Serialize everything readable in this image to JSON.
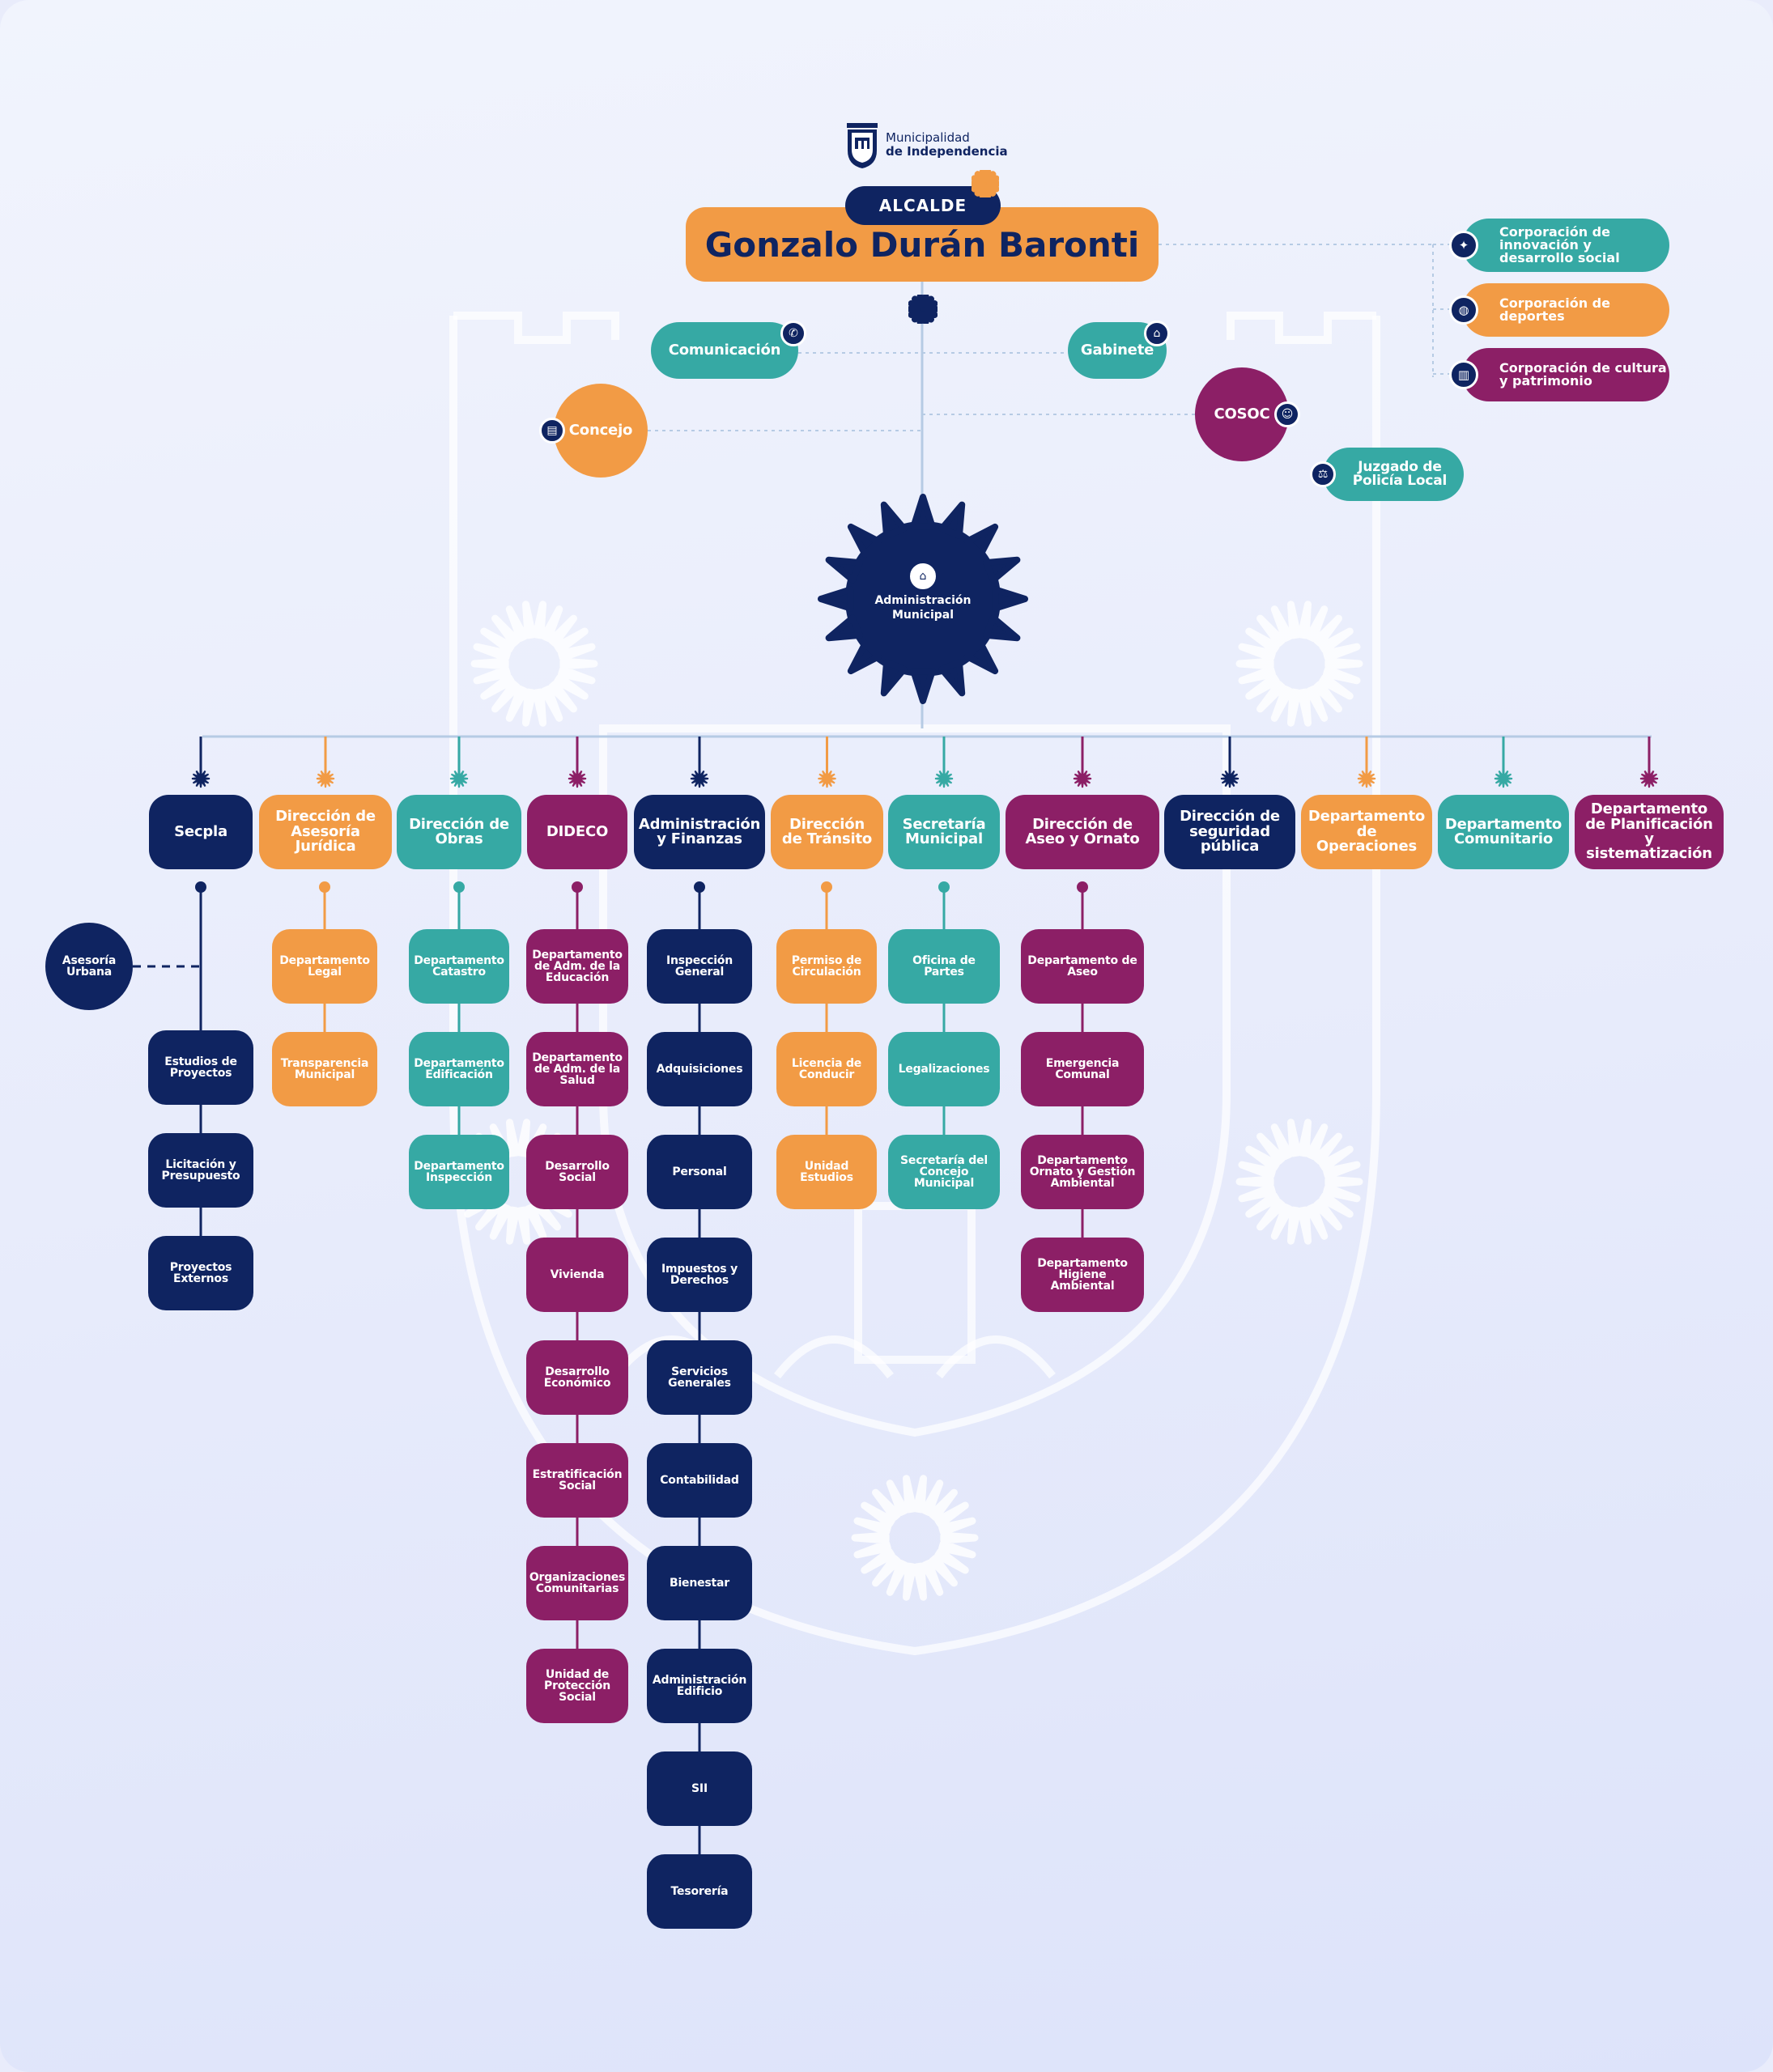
{
  "header": {
    "logo_line1": "Municipalidad",
    "logo_line2": "de Independencia",
    "mayor_role": "ALCALDE",
    "mayor_name": "Gonzalo Durán Baronti"
  },
  "corporations": [
    {
      "label": "Corporación de innovación y desarrollo social",
      "icon": "lightbulb-icon",
      "color": "#36a9a4"
    },
    {
      "label": "Corporación de deportes",
      "icon": "soccer-ball-icon",
      "color": "#f29b45"
    },
    {
      "label": "Corporación de cultura y patrimonio",
      "icon": "building-icon",
      "color": "#8c1f66"
    }
  ],
  "advisory": {
    "comunicacion": "Comunicación",
    "gabinete": "Gabinete",
    "concejo": "Concejo",
    "cosoc": "COSOC",
    "juzgado": "Juzgado de Policía Local"
  },
  "admin": {
    "label": "Administración Municipal"
  },
  "departments": [
    {
      "name": "Secpla",
      "color": "#0f2461",
      "children": [
        "Estudios de Proyectos",
        "Licitación y Presupuesto",
        "Proyectos Externos"
      ],
      "side": "Asesoría Urbana"
    },
    {
      "name": "Dirección de Asesoría Jurídica",
      "color": "#f29b45",
      "children": [
        "Departamento Legal",
        "Transparencia Municipal"
      ]
    },
    {
      "name": "Dirección de Obras",
      "color": "#36a9a4",
      "children": [
        "Departamento Catastro",
        "Departamento Edificación",
        "Departamento Inspección"
      ]
    },
    {
      "name": "DIDECO",
      "color": "#8c1f66",
      "children": [
        "Departamento de Adm. de la Educación",
        "Departamento de Adm. de la Salud",
        "Desarrollo Social",
        "Vivienda",
        "Desarrollo Económico",
        "Estratificación Social",
        "Organizaciones Comunitarias",
        "Unidad de Protección Social"
      ]
    },
    {
      "name": "Administración y Finanzas",
      "color": "#0f2461",
      "children": [
        "Inspección General",
        "Adquisiciones",
        "Personal",
        "Impuestos y Derechos",
        "Servicios Generales",
        "Contabilidad",
        "Bienestar",
        "Administración Edificio",
        "SII",
        "Tesorería"
      ]
    },
    {
      "name": "Dirección de Tránsito",
      "color": "#f29b45",
      "children": [
        "Permiso de Circulación",
        "Licencia de Conducir",
        "Unidad Estudios"
      ]
    },
    {
      "name": "Secretaría Municipal",
      "color": "#36a9a4",
      "children": [
        "Oficina de Partes",
        "Legalizaciones",
        "Secretaría del Concejo Municipal"
      ]
    },
    {
      "name": "Dirección de Aseo y Ornato",
      "color": "#8c1f66",
      "children": [
        "Departamento de Aseo",
        "Emergencia Comunal",
        "Departamento Ornato y Gestión Ambiental",
        "Departamento Higiene Ambiental"
      ]
    },
    {
      "name": "Dirección de seguridad pública",
      "color": "#0f2461",
      "children": []
    },
    {
      "name": "Departamento de Operaciones",
      "color": "#f29b45",
      "children": []
    },
    {
      "name": "Departamento Comunitario",
      "color": "#36a9a4",
      "children": []
    },
    {
      "name": "Departamento de Planificación y sistematización",
      "color": "#8c1f66",
      "children": []
    }
  ]
}
